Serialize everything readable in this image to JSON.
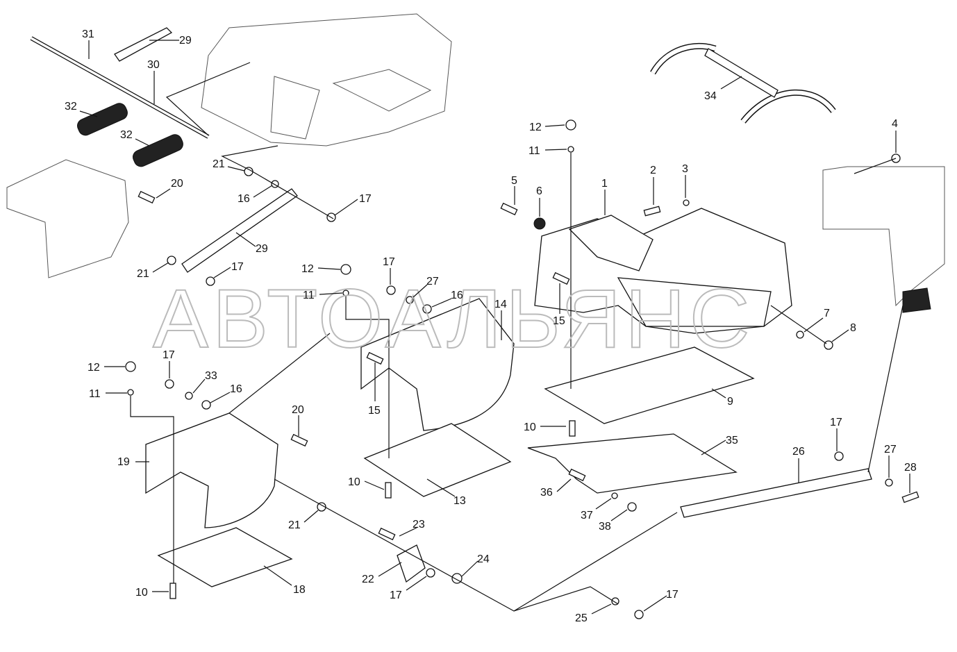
{
  "diagram": {
    "watermark": "АВТОАЛЬЯНС",
    "callouts": [
      "31",
      "29",
      "30",
      "32",
      "32",
      "20",
      "21",
      "16",
      "17",
      "29",
      "21",
      "17",
      "12",
      "11",
      "17",
      "27",
      "16",
      "14",
      "15",
      "15",
      "12",
      "11",
      "17",
      "33",
      "16",
      "20",
      "19",
      "10",
      "13",
      "21",
      "23",
      "22",
      "17",
      "24",
      "10",
      "18",
      "25",
      "17",
      "36",
      "37",
      "38",
      "35",
      "26",
      "17",
      "27",
      "28",
      "9",
      "10",
      "7",
      "8",
      "4",
      "1",
      "2",
      "3",
      "5",
      "6",
      "12",
      "11",
      "34"
    ]
  }
}
